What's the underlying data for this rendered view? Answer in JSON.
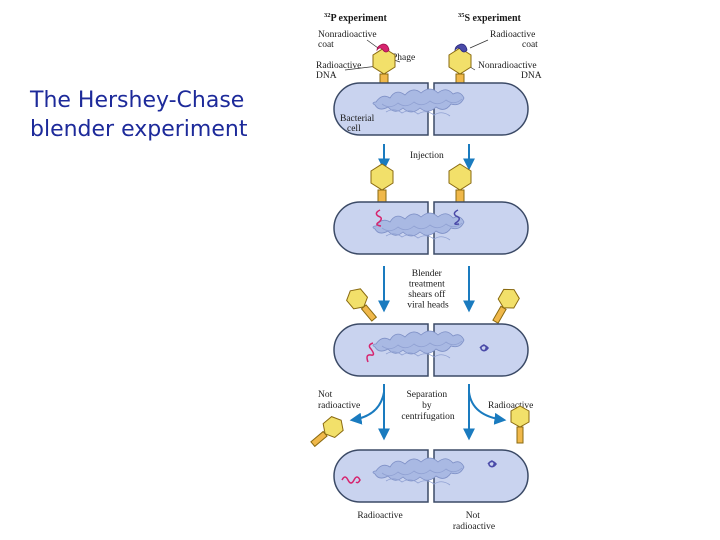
{
  "title": {
    "line1": "The Hershey-Chase",
    "line2": "blender experiment"
  },
  "diagram": {
    "p32_heading": {
      "sup": "32",
      "text": "P experiment"
    },
    "s35_heading": {
      "sup": "35",
      "text": "S experiment"
    },
    "left_coat": [
      "Nonradioactive",
      "coat"
    ],
    "left_dna": [
      "Radioactive",
      "DNA"
    ],
    "phage": "Phage",
    "right_coat": [
      "Radioactive",
      "coat"
    ],
    "right_dna": [
      "Nonradioactive",
      "DNA"
    ],
    "bacterial_cell": [
      "Bacterial",
      "cell"
    ],
    "injection": "Injection",
    "blender": [
      "Blender",
      "treatment",
      "shears off",
      "viral heads"
    ],
    "separation": [
      "Separation",
      "by",
      "centrifugation"
    ],
    "left_result": [
      "Not",
      "radioactive"
    ],
    "right_result": "Radioactive",
    "bottom_left": "Radioactive",
    "bottom_right": [
      "Not",
      "radioactive"
    ],
    "colors": {
      "cell_fill": "#c9d3ef",
      "cell_stroke": "#3b4a66",
      "arrow": "#1a7bbf",
      "phage_head": "#f2e06a",
      "phage_tail": "#f0b84a",
      "radioactive_dna": "#d6246e",
      "nonradioactive_dna": "#4a4aa8",
      "title": "#1d2a9a"
    }
  }
}
